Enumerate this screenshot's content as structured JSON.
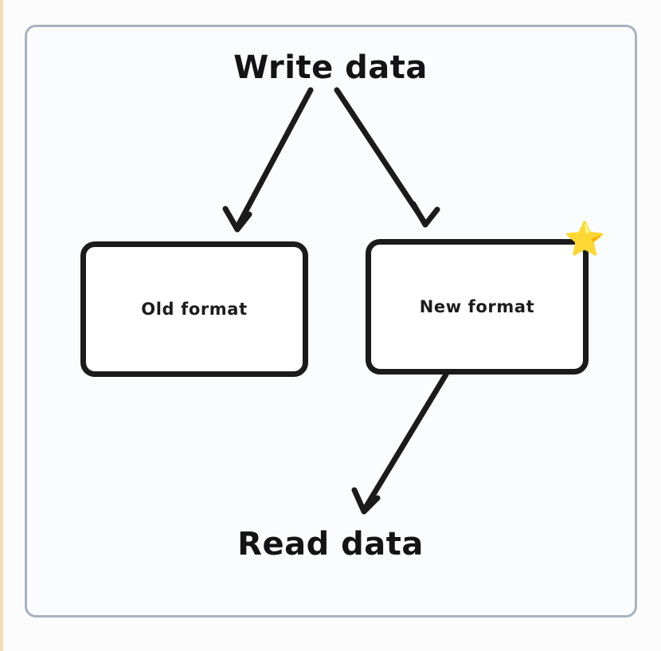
{
  "diagram": {
    "type": "flow",
    "title_top": "Write data",
    "title_bottom": "Read data",
    "frame_border_color": "#aab1be",
    "background_color": "#fbfcfd",
    "stroke_color": "#1b1b1b",
    "accent_color": "#f7c948",
    "nodes": [
      {
        "id": "old",
        "label": "Old format",
        "badge": ""
      },
      {
        "id": "new",
        "label": "New format",
        "badge": "star-emoji"
      }
    ],
    "badges": {
      "star_glyph": "⭐",
      "star_name": "star-icon"
    },
    "edges": [
      {
        "from": "Write data",
        "to": "Old format",
        "arrowhead": true
      },
      {
        "from": "Write data",
        "to": "New format",
        "arrowhead": true
      },
      {
        "from": "New format",
        "to": "Read data",
        "arrowhead": true
      }
    ]
  }
}
